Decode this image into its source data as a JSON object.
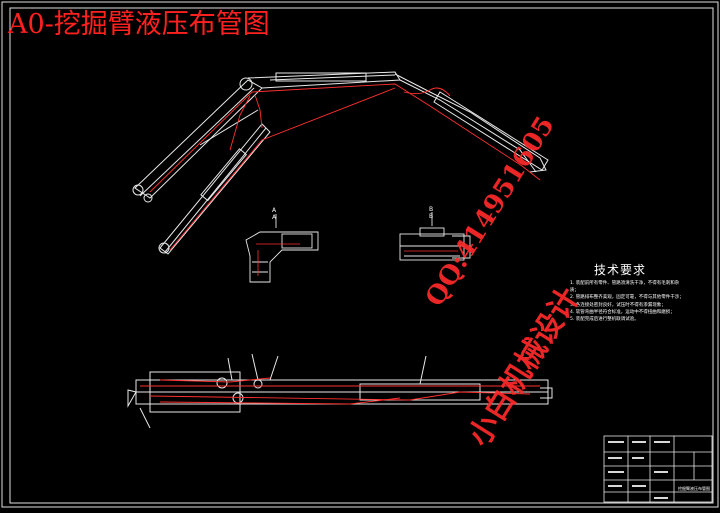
{
  "drawing": {
    "title": "A0-挖掘臂液压布管图",
    "tech_requirements": {
      "heading": "技术要求",
      "lines": [
        "1. 装配前所有零件、管路须清洗干净，不得有毛刺和杂质；",
        "2. 管路排布整齐美观，固定可靠，不得与其他零件干涉；",
        "3. 各连接处密封良好，试压时不得有渗漏现象；",
        "4. 软管弯曲半径符合标准，运动中不得扭曲和磨损；",
        "5. 装配完成后进行整机联调试验。"
      ]
    },
    "watermark": {
      "line1": "QQ:414951605",
      "line2": "小白机械设计"
    },
    "section_labels": [
      "A",
      "A",
      "B",
      "B"
    ],
    "title_block_name": "挖掘臂液压布管图"
  }
}
